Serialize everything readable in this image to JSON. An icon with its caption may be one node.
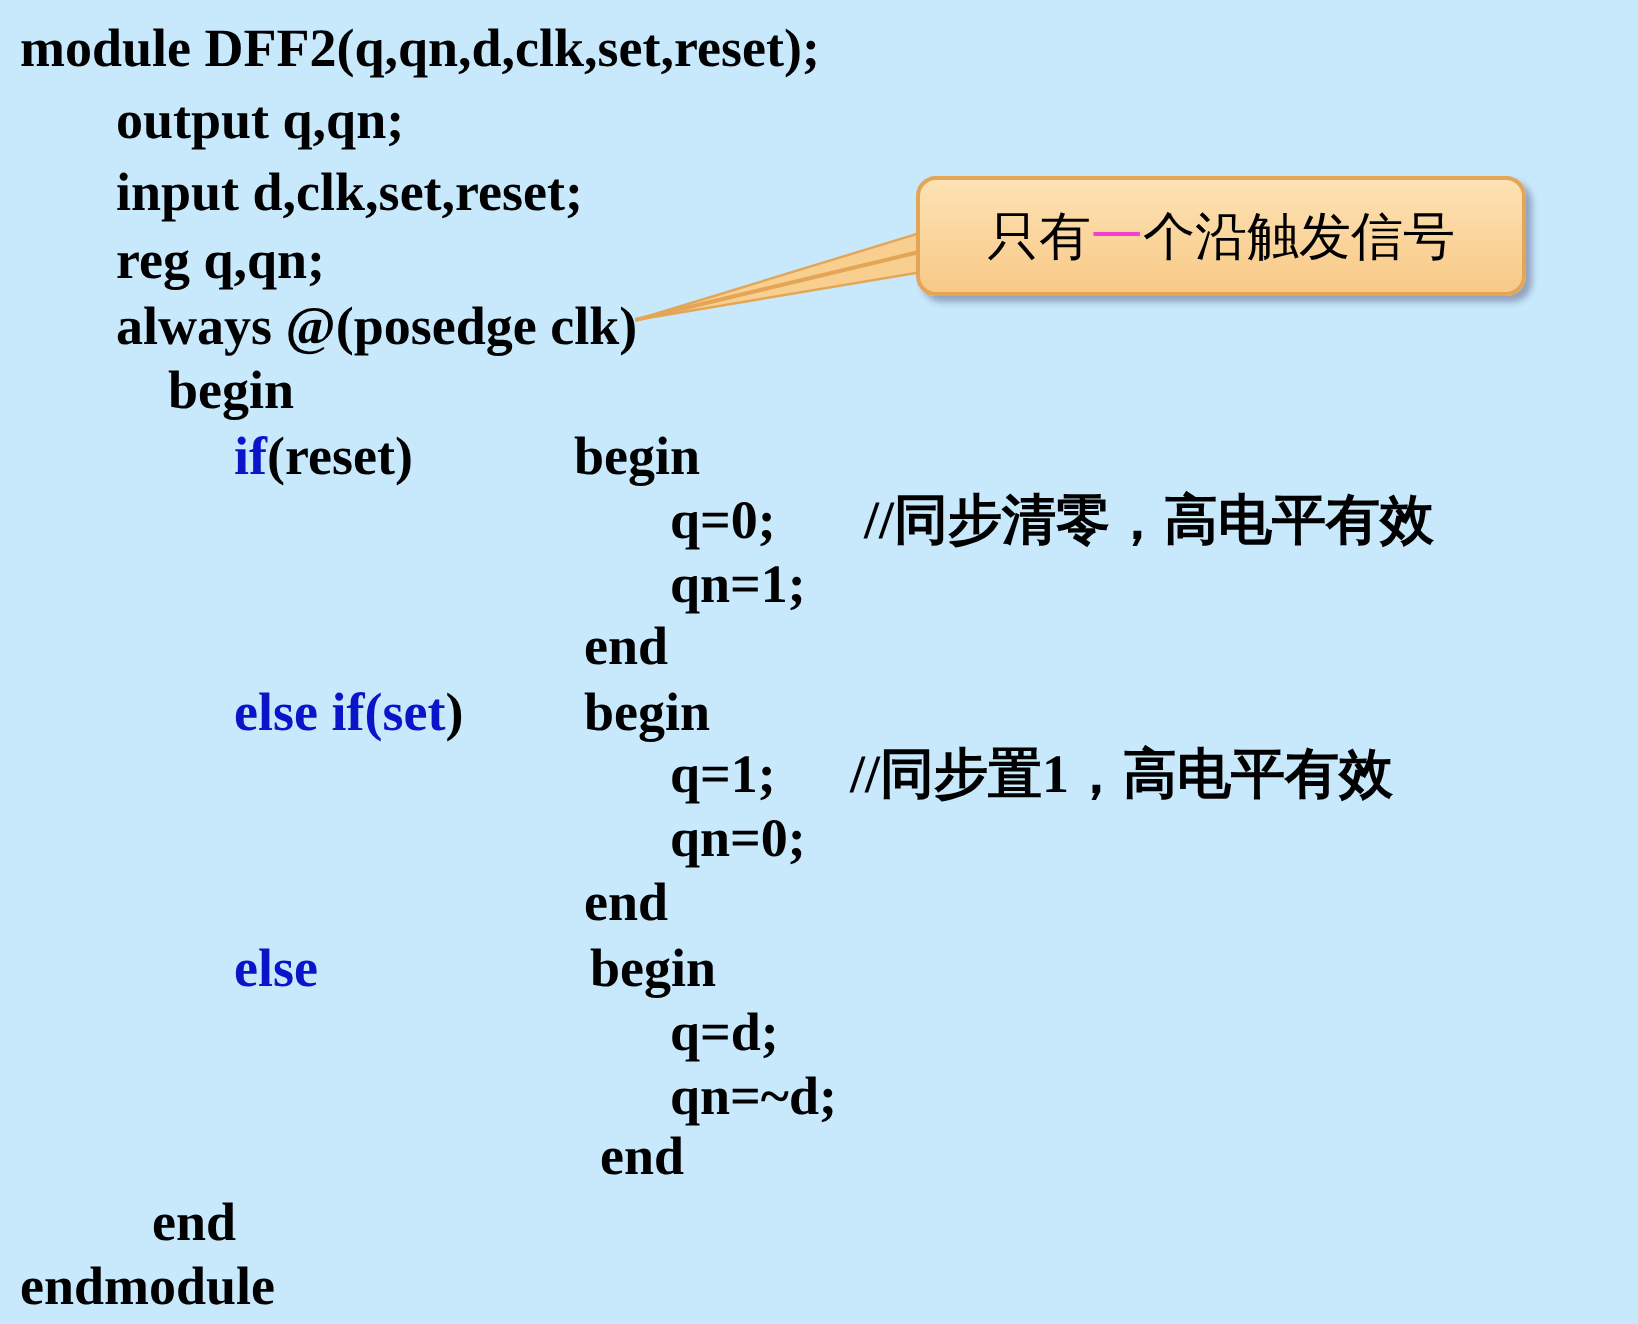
{
  "diagram": {
    "nodes": [
      {
        "text": [
          "只有**一**个沿触发信号"
        ]
      },
      {
        "text": [
          "always @(posedge clk)"
        ]
      }
    ],
    "edges": [
      {
        "from": 0,
        "to": 1,
        "arrow": "none"
      }
    ],
    "labels": [
      "module DFF2(q,qn,d,clk,set,reset);",
      "output q,qn;",
      "input d,clk,set,reset;",
      "reg q,qn;",
      "begin",
      "if(reset)",
      "begin",
      "q=0;",
      "//同步清零，高电平有效",
      "qn=1;",
      "end",
      "else if(set)",
      "begin",
      "q=1;",
      "//同步置1，高电平有效",
      "qn=0;",
      "end",
      "else",
      "begin",
      "q=d;",
      "qn=~d;",
      "end",
      "end",
      "endmodule"
    ]
  }
}
